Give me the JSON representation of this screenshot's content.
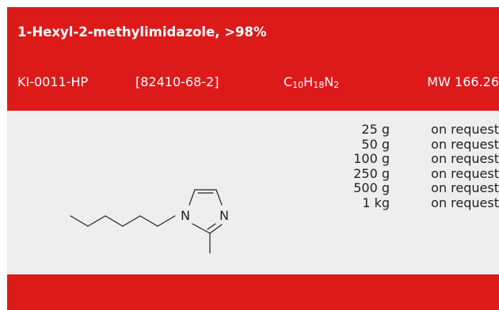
{
  "product": {
    "name": "1-Hexyl-2-methylimidazole, >98%",
    "code": "KI-0011-HP",
    "cas": "[82410-68-2]",
    "formula": {
      "c": "C",
      "c_count": "10",
      "h": "H",
      "h_count": "18",
      "n": "N",
      "n_count": "2"
    },
    "mw": "MW 166.26"
  },
  "prices": [
    {
      "qty": "25 g",
      "availability": "on request"
    },
    {
      "qty": "50 g",
      "availability": "on request"
    },
    {
      "qty": "100 g",
      "availability": "on request"
    },
    {
      "qty": "250 g",
      "availability": "on request"
    },
    {
      "qty": "500 g",
      "availability": "on request"
    },
    {
      "qty": "1 kg",
      "availability": "on request"
    }
  ],
  "structure": {
    "atom_n1": "N",
    "atom_n3": "N"
  },
  "colors": {
    "brand_red": "#dd1a1a",
    "panel_grey": "#eeeeee"
  }
}
